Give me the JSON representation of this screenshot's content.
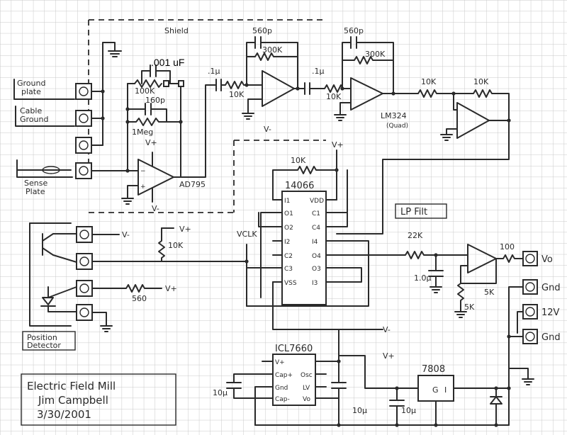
{
  "labels": {
    "shield": "Shield",
    "cap_001": ".001 uF",
    "ground_plate_1": "Ground",
    "ground_plate_2": "plate",
    "cable_ground_1": "Cable",
    "cable_ground_2": "Ground",
    "sense_plate_1": "Sense",
    "sense_plate_2": "Plate",
    "r_100k": "100K",
    "c_160p": "160p",
    "r_1meg": "1Meg",
    "ad795": "AD795",
    "c_1u_a": ".1µ",
    "r_10k_a": "10K",
    "c_560p_a": "560p",
    "r_300k_a": "300K",
    "c_1u_b": ".1µ",
    "r_10k_b": "10K",
    "c_560p_b": "560p",
    "r_300k_b": "300K",
    "lm324": "LM324",
    "quad": "(Quad)",
    "r_10k_c": "10K",
    "r_10k_d": "10K",
    "r_10k_pull": "10K",
    "ic_14066": "14066",
    "lp_filt": "LP Filt",
    "r_22k": "22K",
    "c_1u_lp": "1.0µ",
    "r_100": "100",
    "r_5k_a": "5K",
    "r_5k_b": "5K",
    "vo": "Vo",
    "gnd_1": "Gnd",
    "v12": "12V",
    "gnd_2": "Gnd",
    "vclk": "VCLK",
    "r_10k_e": "10K",
    "r_560": "560",
    "position_1": "Position",
    "position_2": "Detector",
    "icl7660": "ICL7660",
    "reg_7808": "7808",
    "c_10u_a": "10µ",
    "c_10u_b": "10µ",
    "c_10u_c": "10µ",
    "title_1": "Electric Field Mill",
    "title_2": "Jim Campbell",
    "title_3": "3/30/2001",
    "v_plus": "V+",
    "v_minus": "V-",
    "pin_I1": "I1",
    "pin_O1": "O1",
    "pin_O2": "O2",
    "pin_I2": "I2",
    "pin_C2": "C2",
    "pin_C3": "C3",
    "pin_VSS": "VSS",
    "pin_VDD": "VDD",
    "pin_C1": "C1",
    "pin_C4": "C4",
    "pin_I4": "I4",
    "pin_O4": "O4",
    "pin_O3": "O3",
    "pin_I3": "I3",
    "pin_cap_p": "Cap+",
    "pin_gnd": "Gnd",
    "pin_cap_m": "Cap-",
    "pin_osc": "Osc",
    "pin_lv": "LV",
    "pin_vo": "Vo",
    "reg_g": "G",
    "reg_i": "I"
  },
  "colors": {
    "ink": "#2a2a2a",
    "paper": "#ffffff",
    "grid": "#c9c9c9"
  }
}
